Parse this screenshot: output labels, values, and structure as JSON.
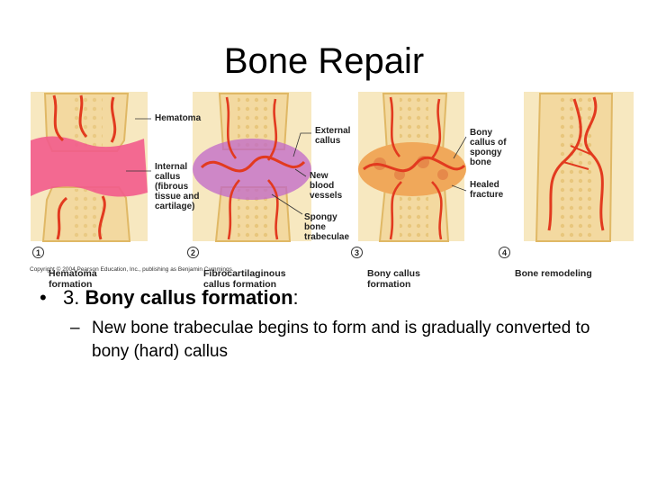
{
  "slide": {
    "title": "Bone Repair"
  },
  "figure": {
    "stages": [
      {
        "number": "1",
        "label": "Hematoma\nformation"
      },
      {
        "number": "2",
        "label": "Fibrocartilaginous\ncallus formation"
      },
      {
        "number": "3",
        "label": "Bony callus\nformation"
      },
      {
        "number": "4",
        "label": "Bone remodeling"
      }
    ],
    "annotations": {
      "hematoma": "Hematoma",
      "internal_callus": "Internal\ncallus\n(fibrous\ntissue and\ncartilage)",
      "external_callus": "External\ncallus",
      "new_blood_vessels": "New\nblood\nvessels",
      "spongy_bone_trabeculae": "Spongy\nbone\ntrabeculae",
      "bony_callus": "Bony\ncallus of\nspongy\nbone",
      "healed_fracture": "Healed\nfracture"
    },
    "copyright": "Copyright © 2004 Pearson Education, Inc., publishing as Benjamin Cummings."
  },
  "bullets": {
    "main_bullet_glyph": "•",
    "main_prefix": "3. ",
    "main_bold": "Bony callus formation",
    "main_suffix": ":",
    "sub_dash": "–",
    "sub_text": "New bone trabeculae begins to form and is gradually converted to bony (hard) callus"
  },
  "colors": {
    "bone": "#f3d9a0",
    "bone_edge": "#e0b865",
    "vessel": "#e23a1f",
    "hematoma": "#f25b8c",
    "cartilage": "#c067c9",
    "bony_callus": "#f0a85a",
    "background_tissue": "#f7e8c0"
  }
}
